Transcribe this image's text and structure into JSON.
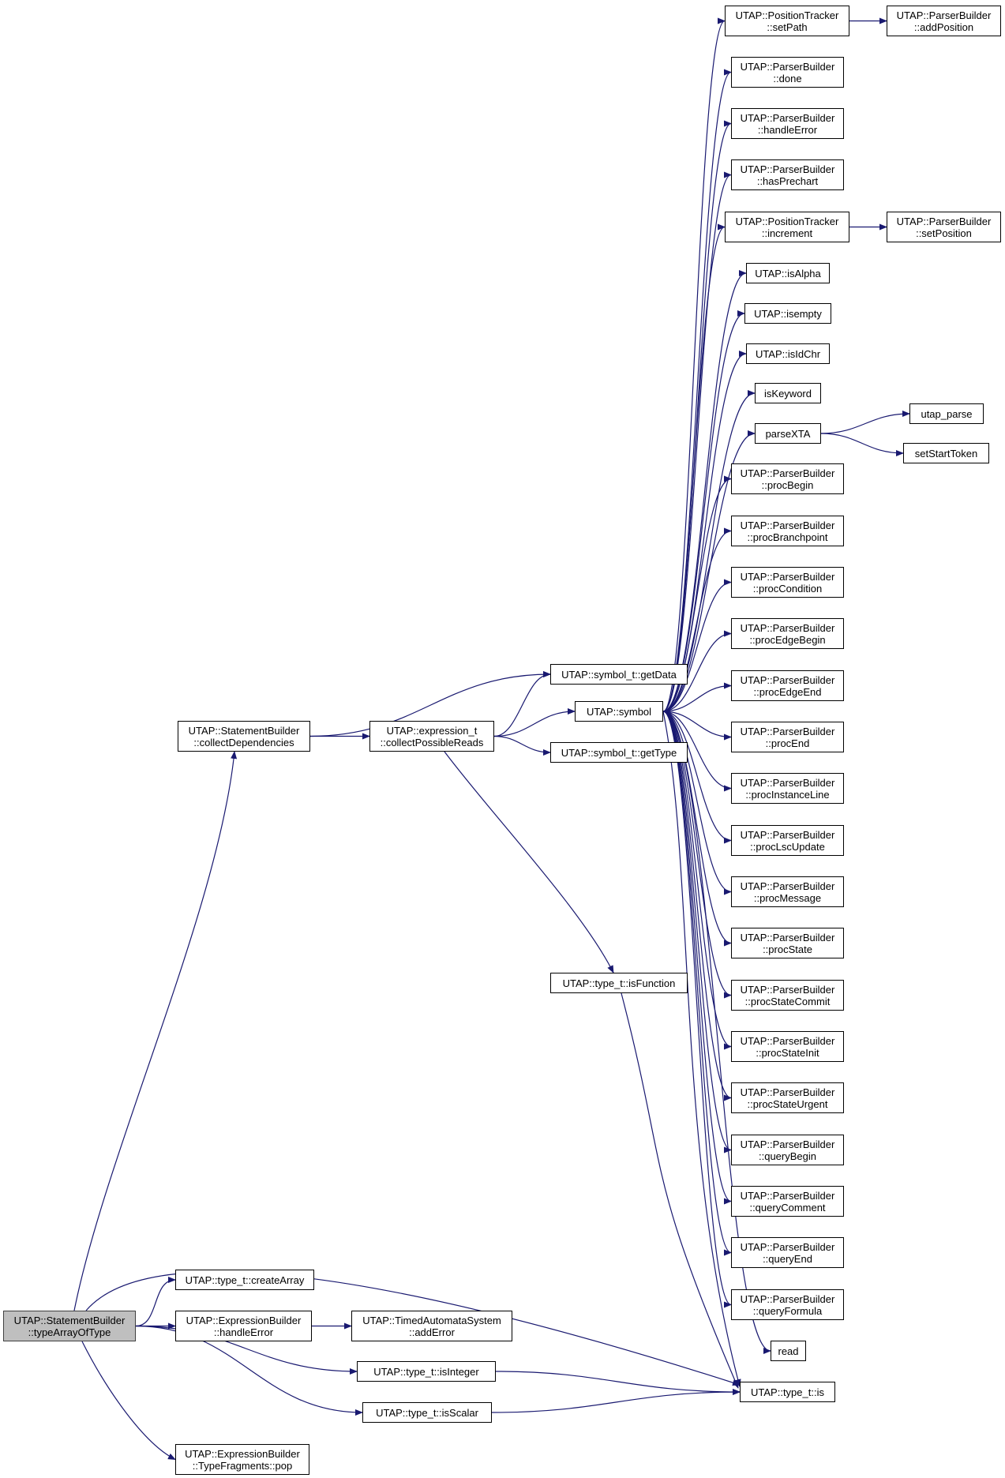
{
  "graph": {
    "edge_color": "#191970",
    "root_fill": "#bfbfbf",
    "node_fill": "#ffffff",
    "nodes": [
      {
        "id": "typeArrayOfType",
        "lines": [
          "UTAP::StatementBuilder",
          "::typeArrayOfType"
        ],
        "root": true
      },
      {
        "id": "collectDependencies",
        "lines": [
          "UTAP::StatementBuilder",
          "::collectDependencies"
        ]
      },
      {
        "id": "collectPossibleReads",
        "lines": [
          "UTAP::expression_t",
          "::collectPossibleReads"
        ]
      },
      {
        "id": "getData",
        "lines": [
          "UTAP::symbol_t::getData"
        ]
      },
      {
        "id": "symbol",
        "lines": [
          "UTAP::symbol"
        ]
      },
      {
        "id": "getType",
        "lines": [
          "UTAP::symbol_t::getType"
        ]
      },
      {
        "id": "isFunction",
        "lines": [
          "UTAP::type_t::isFunction"
        ]
      },
      {
        "id": "createArray",
        "lines": [
          "UTAP::type_t::createArray"
        ]
      },
      {
        "id": "ebHandleError",
        "lines": [
          "UTAP::ExpressionBuilder",
          "::handleError"
        ]
      },
      {
        "id": "addError",
        "lines": [
          "UTAP::TimedAutomataSystem",
          "::addError"
        ]
      },
      {
        "id": "isInteger",
        "lines": [
          "UTAP::type_t::isInteger"
        ]
      },
      {
        "id": "isScalar",
        "lines": [
          "UTAP::type_t::isScalar"
        ]
      },
      {
        "id": "pop",
        "lines": [
          "UTAP::ExpressionBuilder",
          "::TypeFragments::pop"
        ]
      },
      {
        "id": "is",
        "lines": [
          "UTAP::type_t::is"
        ]
      },
      {
        "id": "setPath",
        "lines": [
          "UTAP::PositionTracker",
          "::setPath"
        ]
      },
      {
        "id": "addPosition",
        "lines": [
          "UTAP::ParserBuilder",
          "::addPosition"
        ]
      },
      {
        "id": "done",
        "lines": [
          "UTAP::ParserBuilder",
          "::done"
        ]
      },
      {
        "id": "pbHandleError",
        "lines": [
          "UTAP::ParserBuilder",
          "::handleError"
        ]
      },
      {
        "id": "hasPrechart",
        "lines": [
          "UTAP::ParserBuilder",
          "::hasPrechart"
        ]
      },
      {
        "id": "increment",
        "lines": [
          "UTAP::PositionTracker",
          "::increment"
        ]
      },
      {
        "id": "setPosition",
        "lines": [
          "UTAP::ParserBuilder",
          "::setPosition"
        ]
      },
      {
        "id": "isAlpha",
        "lines": [
          "UTAP::isAlpha"
        ]
      },
      {
        "id": "isempty",
        "lines": [
          "UTAP::isempty"
        ]
      },
      {
        "id": "isIdChr",
        "lines": [
          "UTAP::isIdChr"
        ]
      },
      {
        "id": "isKeyword",
        "lines": [
          "isKeyword"
        ]
      },
      {
        "id": "parseXTA",
        "lines": [
          "parseXTA"
        ]
      },
      {
        "id": "utapParse",
        "lines": [
          "utap_parse"
        ]
      },
      {
        "id": "setStartToken",
        "lines": [
          "setStartToken"
        ]
      },
      {
        "id": "procBegin",
        "lines": [
          "UTAP::ParserBuilder",
          "::procBegin"
        ]
      },
      {
        "id": "procBranchpoint",
        "lines": [
          "UTAP::ParserBuilder",
          "::procBranchpoint"
        ]
      },
      {
        "id": "procCondition",
        "lines": [
          "UTAP::ParserBuilder",
          "::procCondition"
        ]
      },
      {
        "id": "procEdgeBegin",
        "lines": [
          "UTAP::ParserBuilder",
          "::procEdgeBegin"
        ]
      },
      {
        "id": "procEdgeEnd",
        "lines": [
          "UTAP::ParserBuilder",
          "::procEdgeEnd"
        ]
      },
      {
        "id": "procEnd",
        "lines": [
          "UTAP::ParserBuilder",
          "::procEnd"
        ]
      },
      {
        "id": "procInstanceLine",
        "lines": [
          "UTAP::ParserBuilder",
          "::procInstanceLine"
        ]
      },
      {
        "id": "procLscUpdate",
        "lines": [
          "UTAP::ParserBuilder",
          "::procLscUpdate"
        ]
      },
      {
        "id": "procMessage",
        "lines": [
          "UTAP::ParserBuilder",
          "::procMessage"
        ]
      },
      {
        "id": "procState",
        "lines": [
          "UTAP::ParserBuilder",
          "::procState"
        ]
      },
      {
        "id": "procStateCommit",
        "lines": [
          "UTAP::ParserBuilder",
          "::procStateCommit"
        ]
      },
      {
        "id": "procStateInit",
        "lines": [
          "UTAP::ParserBuilder",
          "::procStateInit"
        ]
      },
      {
        "id": "procStateUrgent",
        "lines": [
          "UTAP::ParserBuilder",
          "::procStateUrgent"
        ]
      },
      {
        "id": "queryBegin",
        "lines": [
          "UTAP::ParserBuilder",
          "::queryBegin"
        ]
      },
      {
        "id": "queryComment",
        "lines": [
          "UTAP::ParserBuilder",
          "::queryComment"
        ]
      },
      {
        "id": "queryEnd",
        "lines": [
          "UTAP::ParserBuilder",
          "::queryEnd"
        ]
      },
      {
        "id": "queryFormula",
        "lines": [
          "UTAP::ParserBuilder",
          "::queryFormula"
        ]
      },
      {
        "id": "read",
        "lines": [
          "read"
        ]
      }
    ],
    "edges": [
      [
        "typeArrayOfType",
        "collectDependencies"
      ],
      [
        "typeArrayOfType",
        "createArray"
      ],
      [
        "typeArrayOfType",
        "ebHandleError"
      ],
      [
        "typeArrayOfType",
        "is"
      ],
      [
        "typeArrayOfType",
        "isInteger"
      ],
      [
        "typeArrayOfType",
        "isScalar"
      ],
      [
        "typeArrayOfType",
        "pop"
      ],
      [
        "collectDependencies",
        "collectPossibleReads"
      ],
      [
        "collectDependencies",
        "getData"
      ],
      [
        "collectPossibleReads",
        "getData"
      ],
      [
        "collectPossibleReads",
        "symbol"
      ],
      [
        "collectPossibleReads",
        "getType"
      ],
      [
        "collectPossibleReads",
        "isFunction"
      ],
      [
        "isFunction",
        "is"
      ],
      [
        "ebHandleError",
        "addError"
      ],
      [
        "isInteger",
        "is"
      ],
      [
        "isScalar",
        "is"
      ],
      [
        "setPath",
        "addPosition"
      ],
      [
        "increment",
        "setPosition"
      ],
      [
        "parseXTA",
        "utapParse"
      ],
      [
        "parseXTA",
        "setStartToken"
      ],
      [
        "symbol",
        "setPath"
      ],
      [
        "symbol",
        "done"
      ],
      [
        "symbol",
        "pbHandleError"
      ],
      [
        "symbol",
        "hasPrechart"
      ],
      [
        "symbol",
        "increment"
      ],
      [
        "symbol",
        "isAlpha"
      ],
      [
        "symbol",
        "isempty"
      ],
      [
        "symbol",
        "isIdChr"
      ],
      [
        "symbol",
        "isKeyword"
      ],
      [
        "symbol",
        "parseXTA"
      ],
      [
        "symbol",
        "procBegin"
      ],
      [
        "symbol",
        "procBranchpoint"
      ],
      [
        "symbol",
        "procCondition"
      ],
      [
        "symbol",
        "procEdgeBegin"
      ],
      [
        "symbol",
        "procEdgeEnd"
      ],
      [
        "symbol",
        "procEnd"
      ],
      [
        "symbol",
        "procInstanceLine"
      ],
      [
        "symbol",
        "procLscUpdate"
      ],
      [
        "symbol",
        "procMessage"
      ],
      [
        "symbol",
        "procState"
      ],
      [
        "symbol",
        "procStateCommit"
      ],
      [
        "symbol",
        "procStateInit"
      ],
      [
        "symbol",
        "procStateUrgent"
      ],
      [
        "symbol",
        "queryBegin"
      ],
      [
        "symbol",
        "queryComment"
      ],
      [
        "symbol",
        "queryEnd"
      ],
      [
        "symbol",
        "queryFormula"
      ],
      [
        "symbol",
        "read"
      ],
      [
        "symbol",
        "is"
      ]
    ]
  }
}
